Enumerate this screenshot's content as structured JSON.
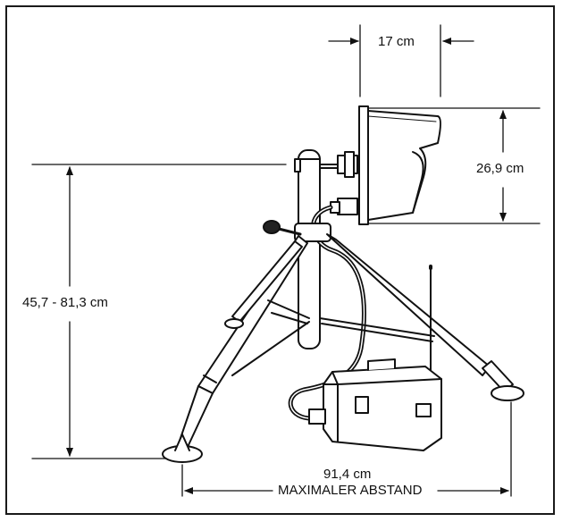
{
  "dimensions": {
    "depth_label": "17 cm",
    "height_label": "26,9 cm",
    "tripod_height_label": "45,7 - 81,3 cm",
    "span_label": "91,4 cm",
    "span_caption": "MAXIMALER ABSTAND"
  }
}
